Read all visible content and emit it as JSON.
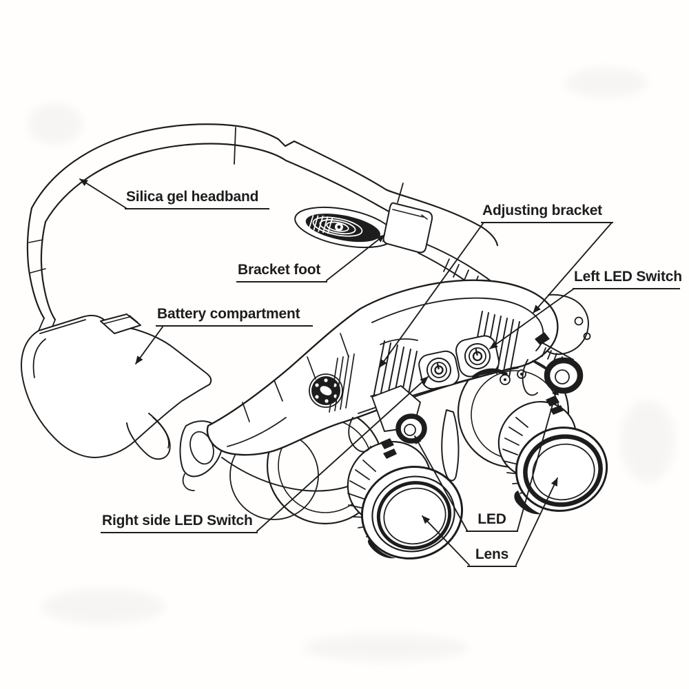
{
  "page": {
    "background": "#ffffff",
    "ink": "#1d1d1d"
  },
  "diagram": {
    "type": "exploded-parts-illustration",
    "subject": "head-mounted LED magnifier visor line drawing",
    "labels": {
      "headband": "Silica gel headband",
      "bracket_foot": "Bracket foot",
      "battery": "Battery compartment",
      "adjusting_bracket": "Adjusting bracket",
      "left_led_switch": "Left LED Switch",
      "right_led_switch": "Right side LED Switch",
      "led": "LED",
      "lens": "Lens"
    },
    "parts_pointed_at": [
      "silica gel headband strap",
      "bracket foot pad",
      "battery compartment box",
      "adjusting bracket ratchet tracks",
      "left LED power switch button",
      "right side LED power switch button",
      "left and right LED lamps",
      "left and right magnifier lenses"
    ]
  }
}
